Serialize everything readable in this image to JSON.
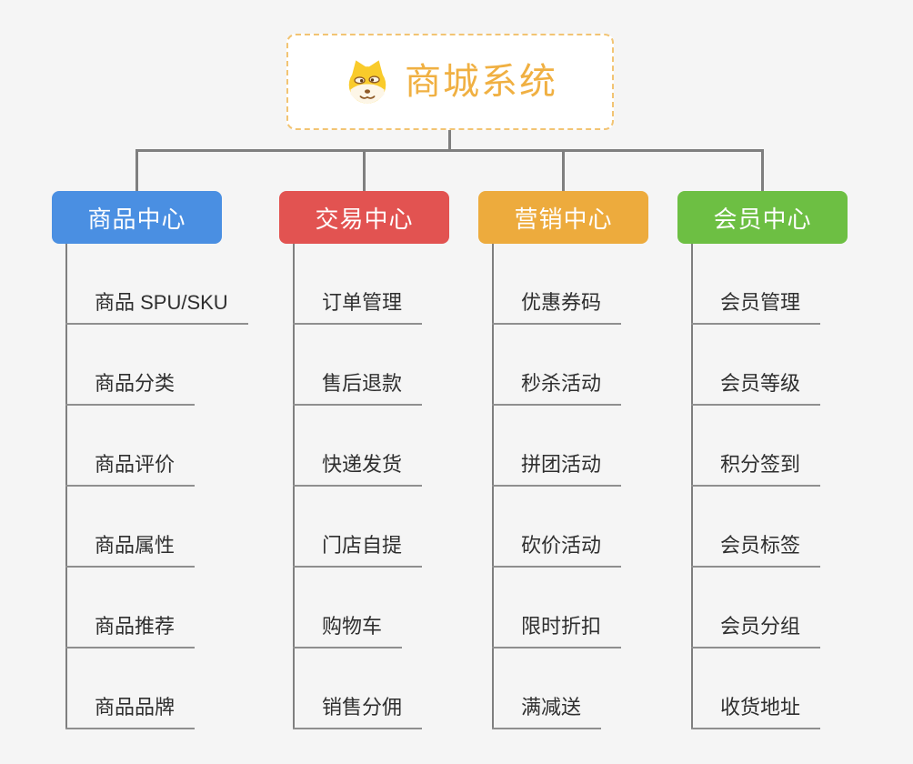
{
  "page": {
    "background": "#F5F5F5",
    "connector_color": "#7F7F7F"
  },
  "root": {
    "title": "商城系统",
    "icon": "doge-dog-face-icon",
    "title_color": "#F0B042",
    "border_color": "#F2C473"
  },
  "branches": [
    {
      "label": "商品中心",
      "color": "#4A8FE2",
      "items": [
        "商品 SPU/SKU",
        "商品分类",
        "商品评价",
        "商品属性",
        "商品推荐",
        "商品品牌"
      ]
    },
    {
      "label": "交易中心",
      "color": "#E25351",
      "items": [
        "订单管理",
        "售后退款",
        "快递发货",
        "门店自提",
        "购物车",
        "销售分佣"
      ]
    },
    {
      "label": "营销中心",
      "color": "#EDAB3D",
      "items": [
        "优惠券码",
        "秒杀活动",
        "拼团活动",
        "砍价活动",
        "限时折扣",
        "满减送"
      ]
    },
    {
      "label": "会员中心",
      "color": "#6DBF43",
      "items": [
        "会员管理",
        "会员等级",
        "积分签到",
        "会员标签",
        "会员分组",
        "收货地址"
      ]
    }
  ]
}
